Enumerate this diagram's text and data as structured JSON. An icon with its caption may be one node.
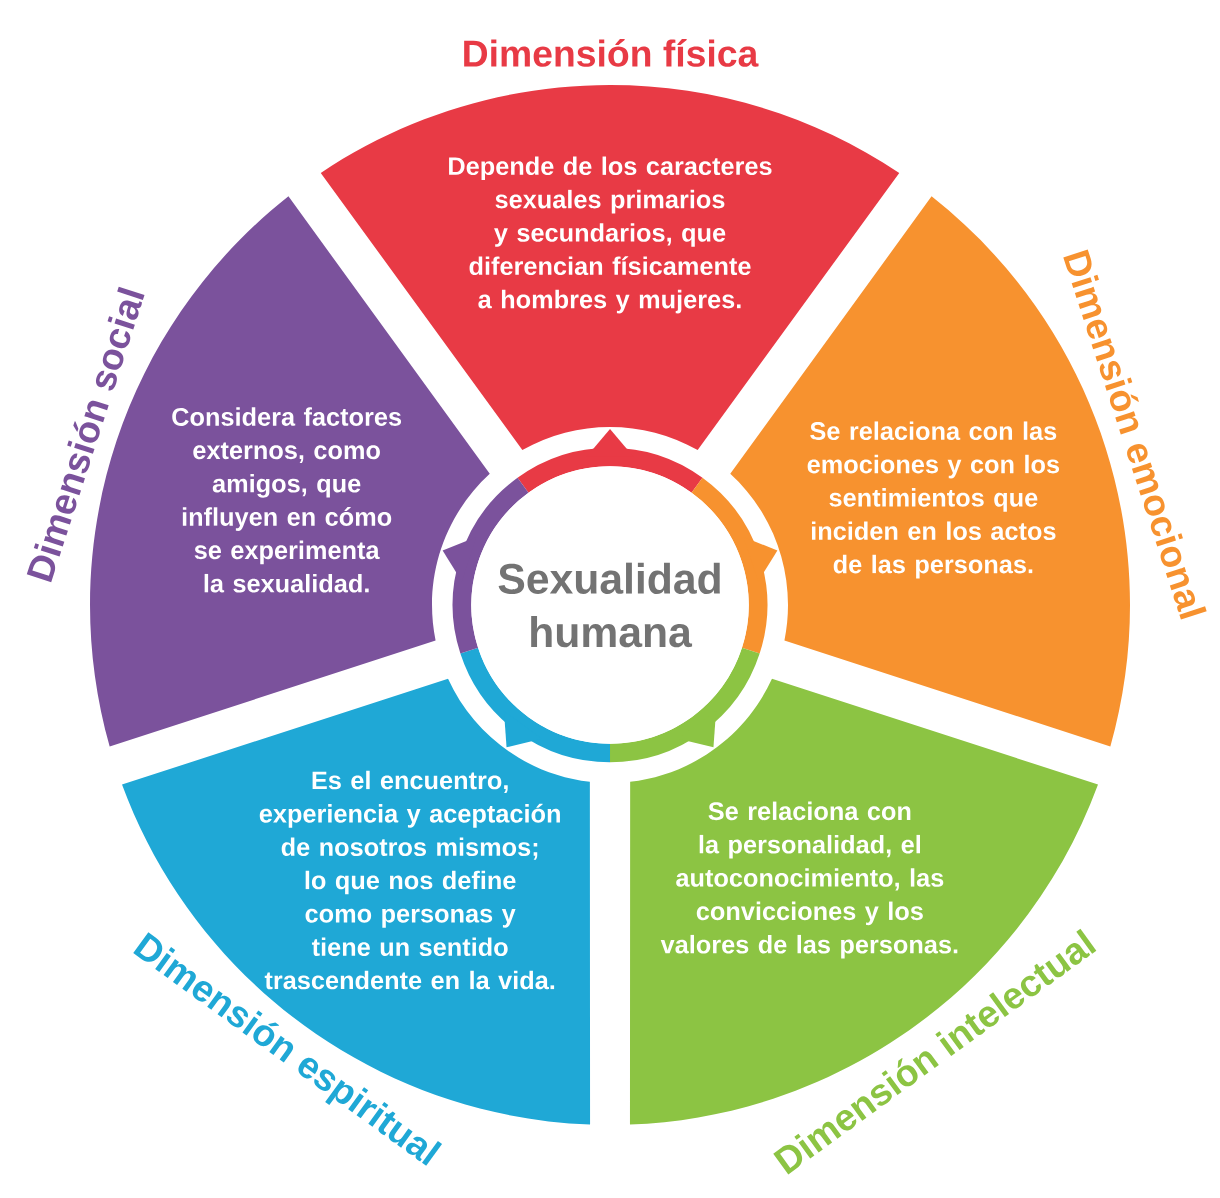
{
  "diagram": {
    "nodes": [
      {
        "text": [
          "Sexualidad humana"
        ]
      },
      {
        "text": [
          "Dimensión física",
          "Depende de los caracteres sexuales primarios y secundarios, que diferencian físicamente a hombres y mujeres."
        ]
      },
      {
        "text": [
          "Dimensión emocional",
          "Se relaciona con las emociones y con los sentimientos que inciden en los actos de las personas."
        ]
      },
      {
        "text": [
          "Dimensión intelectual",
          "Se relaciona con la personalidad, el autoconocimiento, las convicciones y los valores de las personas."
        ]
      },
      {
        "text": [
          "Dimensión espiritual",
          "Es el encuentro, experiencia y aceptación de nosotros mismos; lo que nos define como personas y tiene un sentido trascendente en la vida."
        ]
      },
      {
        "text": [
          "Dimensión social",
          "Considera factores externos, como amigos, que influyen en cómo se experimenta la sexualidad."
        ]
      }
    ]
  }
}
